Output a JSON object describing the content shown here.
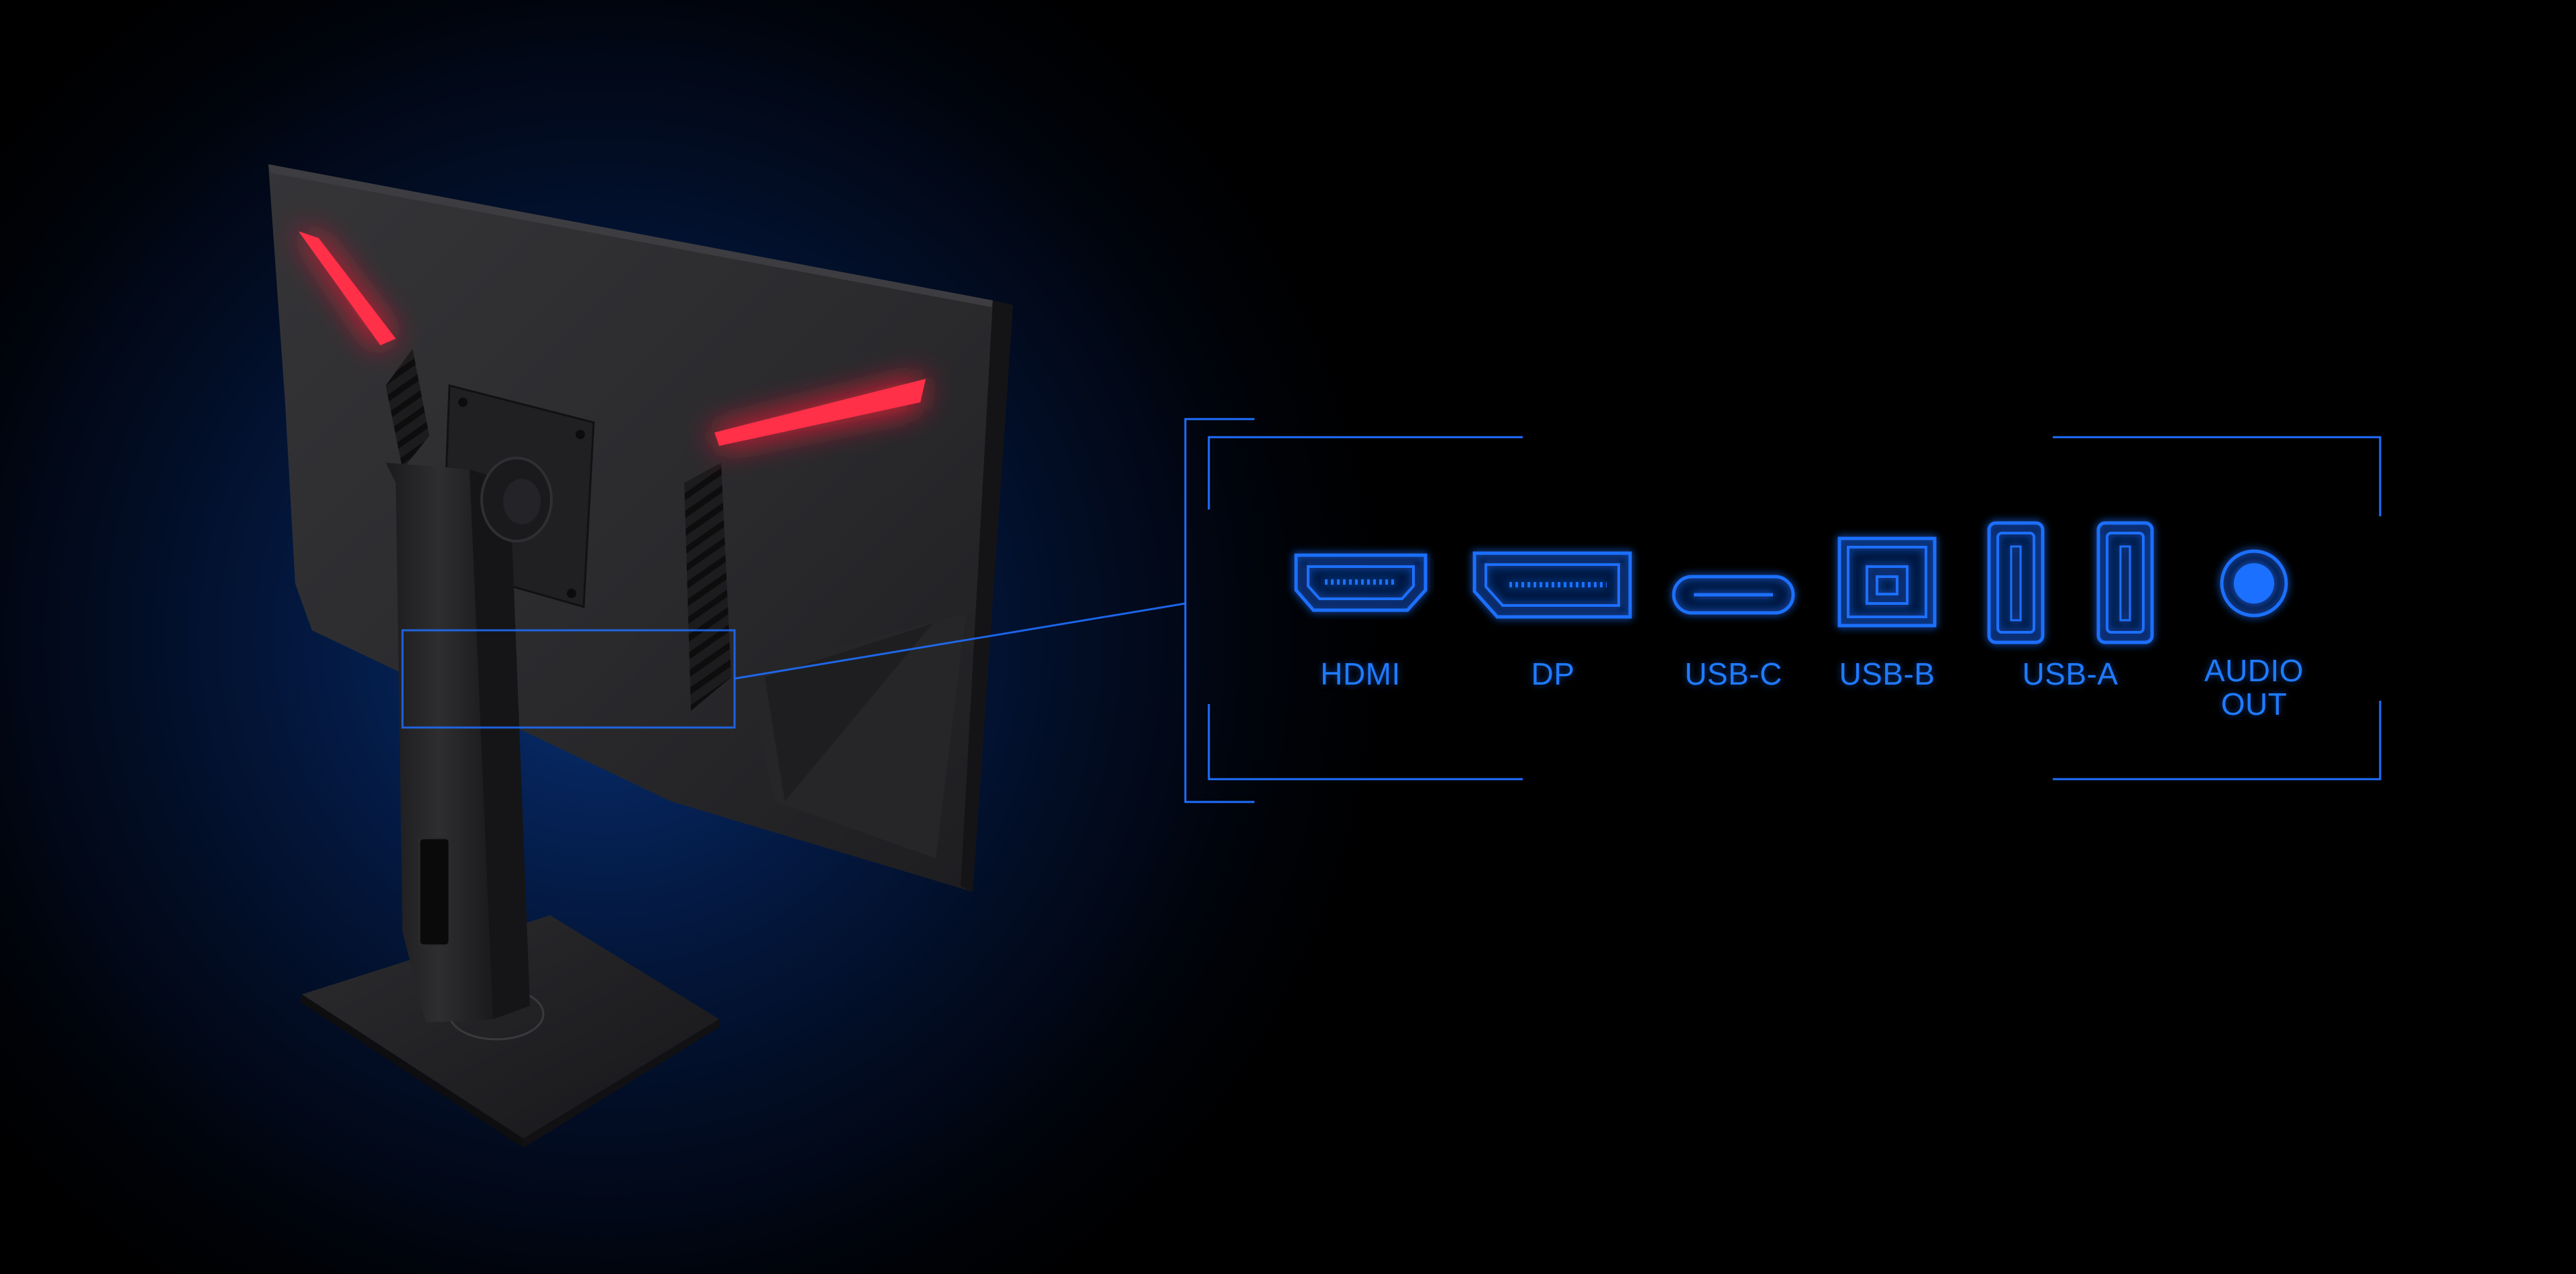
{
  "colors": {
    "background": "#000000",
    "accent_blue": "#1f6fff",
    "led_red": "#ff1f38",
    "monitor_body": "#2b2b2d"
  },
  "ports": [
    {
      "id": "hdmi",
      "label": "HDMI",
      "icon": "hdmi-port-icon"
    },
    {
      "id": "dp",
      "label": "DP",
      "icon": "displayport-icon"
    },
    {
      "id": "usb-c",
      "label": "USB-C",
      "icon": "usb-c-port-icon"
    },
    {
      "id": "usb-b",
      "label": "USB-B",
      "icon": "usb-b-port-icon"
    },
    {
      "id": "usb-a",
      "label": "USB-A",
      "icon": "usb-a-port-icon"
    },
    {
      "id": "audio-out",
      "label": "AUDIO\nOUT",
      "icon": "audio-jack-icon"
    }
  ]
}
